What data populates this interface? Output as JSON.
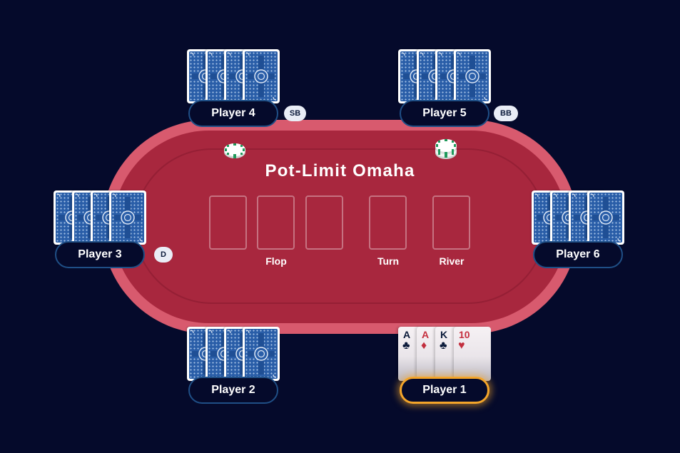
{
  "table": {
    "game_title": "Pot-Limit Omaha",
    "colors": {
      "background": "#050a2b",
      "rail": "#d85a6e",
      "felt": "#a8273e",
      "pill_border": "#1f4f86",
      "active_glow": "#f4a52a",
      "card_back": "#2a5ea8"
    },
    "board": {
      "slots": [
        "flop-1",
        "flop-2",
        "flop-3",
        "turn",
        "river"
      ],
      "labels": {
        "flop": "Flop",
        "turn": "Turn",
        "river": "River"
      }
    }
  },
  "players": [
    {
      "name": "Player 1",
      "position": "bottom-right",
      "active": true,
      "cards": [
        {
          "rank": "A",
          "suit": "♣",
          "color": "#0b1a3a"
        },
        {
          "rank": "A",
          "suit": "♦",
          "color": "#c8303f"
        },
        {
          "rank": "K",
          "suit": "♣",
          "color": "#0b1a3a"
        },
        {
          "rank": "10",
          "suit": "♥",
          "color": "#c8303f"
        }
      ]
    },
    {
      "name": "Player 2",
      "position": "bottom-left",
      "cards_hidden": 4
    },
    {
      "name": "Player 3",
      "position": "left",
      "badge": "D",
      "cards_hidden": 4
    },
    {
      "name": "Player 4",
      "position": "top-left",
      "badge": "SB",
      "cards_hidden": 4
    },
    {
      "name": "Player 5",
      "position": "top-right",
      "badge": "BB",
      "cards_hidden": 4
    },
    {
      "name": "Player 6",
      "position": "right",
      "cards_hidden": 4
    }
  ],
  "chips": [
    {
      "name": "small-blind-chip",
      "stack": 1
    },
    {
      "name": "big-blind-chip",
      "stack": 2
    }
  ]
}
